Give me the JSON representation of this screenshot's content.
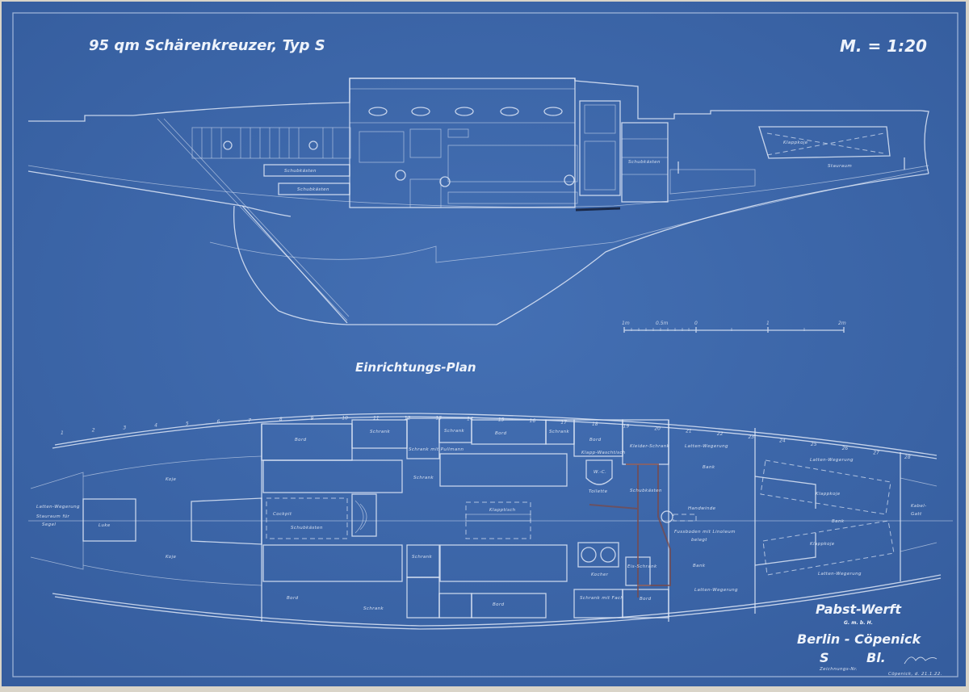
{
  "title": "95 qm Schärenkreuzer, Typ S",
  "scale": "M. = 1:20",
  "plan_title": "Einrichtungs-Plan",
  "profile_labels": {
    "drawers_1": "Schubkästen",
    "drawers_2": "Schubkästen",
    "drawers_3": "Schubkästen",
    "folding_bunk": "Klappkoje",
    "storage": "Stauraum"
  },
  "scale_bar": [
    "1m",
    "0.5m",
    "0",
    "1",
    "2m"
  ],
  "plan_labels": {
    "bord_1": "Bord",
    "schrank_1": "Schrank",
    "schrank_pullmann": "Schrank mit Pullmann",
    "schrank_2": "Schrank",
    "bord_2": "Bord",
    "schrank_3": "Schrank",
    "bord_3": "Bord",
    "cockpit": "Cockpit",
    "schubkaesten": "Schubkästen",
    "klapptisch": "Klapptisch",
    "schrank_4": "Schrank",
    "schrank_5": "Schrank",
    "schrank_6": "Schrank",
    "bord_4": "Bord",
    "bord_5": "Bord",
    "waschtisch": "Klapp-Waschtisch",
    "wc": "W.-C.",
    "toilette": "Toilette",
    "kocher": "Kocher",
    "kleiderschrank": "Kleider-Schrank",
    "latten_1": "Latten-Wegerung",
    "bank_1": "Bank",
    "schubkaesten_2": "Schubkästen",
    "handwinde": "Handwinde",
    "fussboden_1": "Fussboden mit Linoleum",
    "fussboden_2": "belegt",
    "bank_2": "Bank",
    "latten_2": "Latten-Wegerung",
    "eisschrank": "Eis-Schrank",
    "bord_6": "Bord",
    "schrank_fach": "Schrank mit Fach",
    "latten_3": "Latten-Wegerung",
    "klappkoje_1": "Klappkoje",
    "bank_3": "Bank",
    "klappkoje_2": "Klappkoje",
    "latten_4": "Latten-Wegerung",
    "kabelgatt_1": "Kabel-",
    "kabelgatt_2": "Gatt",
    "koje_1": "Koje",
    "koje_2": "Koje",
    "latten_5": "Latten-Wegerung",
    "stauraum_1": "Stauraum für",
    "stauraum_2": "Segel",
    "luke": "Luke"
  },
  "stations": [
    "1",
    "2",
    "3",
    "4",
    "5",
    "6",
    "7",
    "8",
    "9",
    "10",
    "11",
    "12",
    "13",
    "14",
    "15",
    "16",
    "17",
    "18",
    "19",
    "20",
    "21",
    "22",
    "23",
    "24",
    "25",
    "26",
    "27",
    "28"
  ],
  "title_block": {
    "company": "Pabst-Werft",
    "company_form": "G. m. b. H.",
    "city": "Berlin - Cöpenick",
    "sheet_code": "S",
    "sheet_suffix": "Bl.",
    "drawing_no_label": "Zeichnungs-Nr.",
    "place_date": "Cöpenick, d. 21.1.22."
  },
  "colors": {
    "paper": "#3d68ad",
    "line": "#dfe8f7"
  }
}
